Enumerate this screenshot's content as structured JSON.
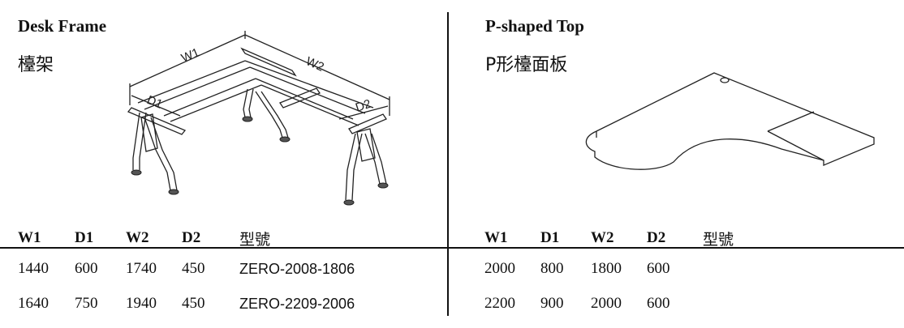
{
  "left": {
    "title": "Desk Frame",
    "subtitle": "檯架",
    "diagram_labels": {
      "w1": "W1",
      "w2": "W2",
      "d1": "D1",
      "d2": "D2"
    },
    "columns": [
      "W1",
      "D1",
      "W2",
      "D2",
      "型號"
    ],
    "rows": [
      [
        "1440",
        "600",
        "1740",
        "450",
        "ZERO-2008-1806"
      ],
      [
        "1640",
        "750",
        "1940",
        "450",
        "ZERO-2209-2006"
      ]
    ]
  },
  "right": {
    "title": "P-shaped Top",
    "subtitle": "P形檯面板",
    "columns": [
      "W1",
      "D1",
      "W2",
      "D2",
      "型號"
    ],
    "rows": [
      [
        "2000",
        "800",
        "1800",
        "600",
        ""
      ],
      [
        "2200",
        "900",
        "2000",
        "600",
        ""
      ]
    ]
  }
}
